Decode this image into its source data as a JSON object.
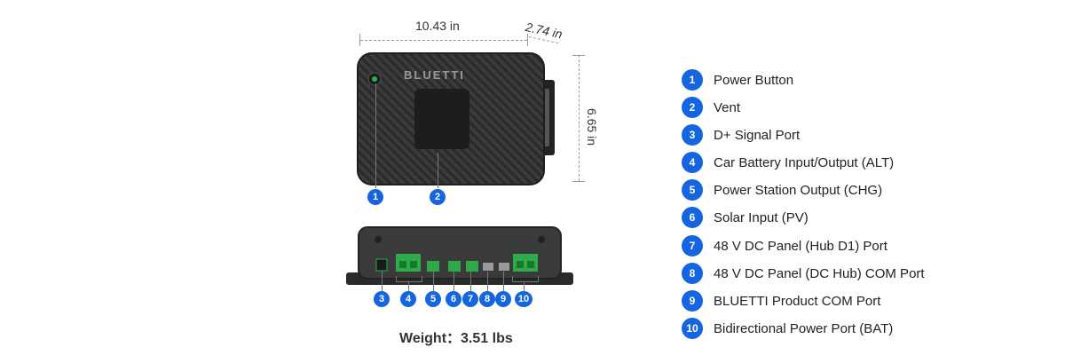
{
  "dimensions": {
    "width": "10.43 in",
    "depth": "2.74 in",
    "height": "6.65 in"
  },
  "product": {
    "brand_logo": "BLUETTI",
    "weight": "Weight：3.51 lbs"
  },
  "top_callouts": [
    "1",
    "2"
  ],
  "port_callouts": [
    "3",
    "4",
    "5",
    "6",
    "7",
    "8",
    "9",
    "10"
  ],
  "legend": [
    {
      "num": "1",
      "label": "Power Button"
    },
    {
      "num": "2",
      "label": "Vent"
    },
    {
      "num": "3",
      "label": "D+ Signal Port"
    },
    {
      "num": "4",
      "label": "Car Battery Input/Output (ALT)"
    },
    {
      "num": "5",
      "label": "Power Station Output (CHG)"
    },
    {
      "num": "6",
      "label": "Solar Input (PV)"
    },
    {
      "num": "7",
      "label": "48 V DC Panel (Hub D1) Port"
    },
    {
      "num": "8",
      "label": "48 V DC Panel (DC Hub) COM Port"
    },
    {
      "num": "9",
      "label": "BLUETTI Product COM Port"
    },
    {
      "num": "10",
      "label": "Bidirectional Power Port (BAT)"
    }
  ],
  "colors": {
    "accent": "#1565e0",
    "device_body": "#3a3a3a",
    "connector_green": "#2faa4b"
  }
}
